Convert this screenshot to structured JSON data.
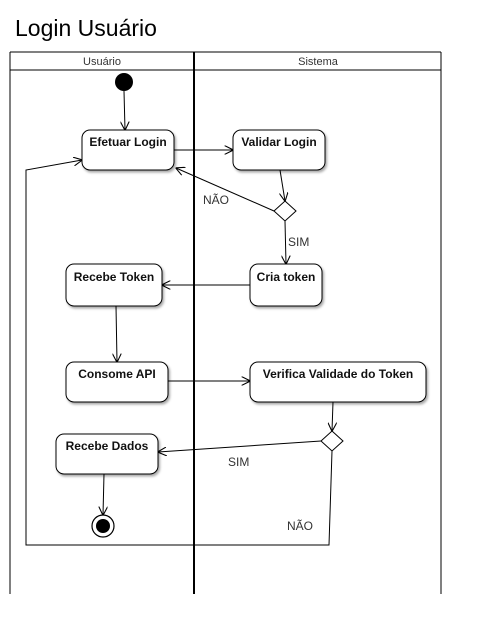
{
  "title": "Login Usuário",
  "lanes": {
    "left": "Usuário",
    "right": "Sistema"
  },
  "nodes": {
    "efetuar_login": "Efetuar Login",
    "validar_login": "Validar Login",
    "cria_token": "Cria token",
    "recebe_token": "Recebe Token",
    "consome_api": "Consome API",
    "verifica_token": "Verifica Validade do Token",
    "recebe_dados": "Recebe Dados"
  },
  "edges": {
    "nao_1": "NÃO",
    "sim_1": "SIM",
    "sim_2": "SIM",
    "nao_2": "NÃO"
  }
}
